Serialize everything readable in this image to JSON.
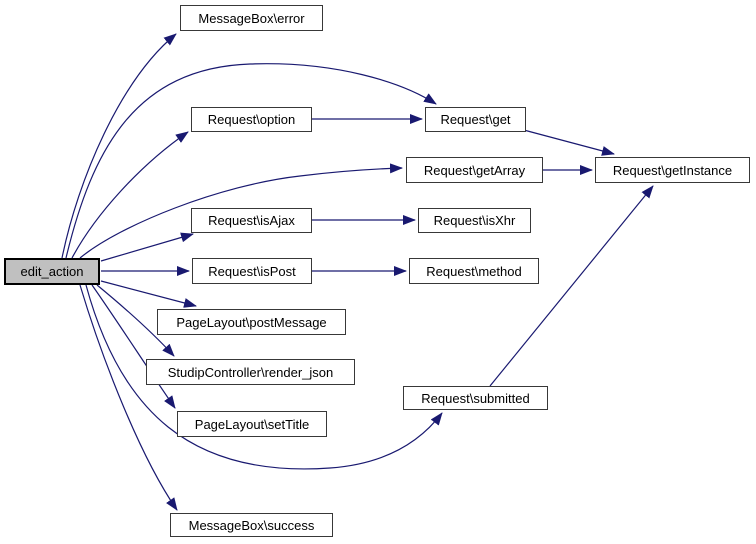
{
  "diagram": {
    "kind": "call-graph",
    "root_function": "edit_action",
    "colors": {
      "background": "#ffffff",
      "edge": "#191970",
      "node_fill": "#ffffff",
      "node_border": "#383838",
      "root_fill": "#c0c0c0",
      "root_border": "#000000",
      "text": "#000000"
    },
    "nodes": [
      {
        "id": "edit_action",
        "label": "edit_action",
        "is_root": true
      },
      {
        "id": "messagebox_error",
        "label": "MessageBox\\error",
        "is_root": false
      },
      {
        "id": "request_option",
        "label": "Request\\option",
        "is_root": false
      },
      {
        "id": "request_get",
        "label": "Request\\get",
        "is_root": false
      },
      {
        "id": "request_getarray",
        "label": "Request\\getArray",
        "is_root": false
      },
      {
        "id": "request_getinstance",
        "label": "Request\\getInstance",
        "is_root": false
      },
      {
        "id": "request_isajax",
        "label": "Request\\isAjax",
        "is_root": false
      },
      {
        "id": "request_isxhr",
        "label": "Request\\isXhr",
        "is_root": false
      },
      {
        "id": "request_ispost",
        "label": "Request\\isPost",
        "is_root": false
      },
      {
        "id": "request_method",
        "label": "Request\\method",
        "is_root": false
      },
      {
        "id": "pagelayout_postmessage",
        "label": "PageLayout\\postMessage",
        "is_root": false
      },
      {
        "id": "studipcontroller_render_json",
        "label": "StudipController\\render_json",
        "is_root": false
      },
      {
        "id": "pagelayout_settitle",
        "label": "PageLayout\\setTitle",
        "is_root": false
      },
      {
        "id": "request_submitted",
        "label": "Request\\submitted",
        "is_root": false
      },
      {
        "id": "messagebox_success",
        "label": "MessageBox\\success",
        "is_root": false
      }
    ],
    "edges": [
      {
        "from": "edit_action",
        "to": "messagebox_error"
      },
      {
        "from": "edit_action",
        "to": "request_get"
      },
      {
        "from": "edit_action",
        "to": "request_option"
      },
      {
        "from": "edit_action",
        "to": "request_getarray"
      },
      {
        "from": "edit_action",
        "to": "request_isajax"
      },
      {
        "from": "edit_action",
        "to": "request_ispost"
      },
      {
        "from": "edit_action",
        "to": "pagelayout_postmessage"
      },
      {
        "from": "edit_action",
        "to": "studipcontroller_render_json"
      },
      {
        "from": "edit_action",
        "to": "pagelayout_settitle"
      },
      {
        "from": "edit_action",
        "to": "request_submitted"
      },
      {
        "from": "edit_action",
        "to": "messagebox_success"
      },
      {
        "from": "request_option",
        "to": "request_get"
      },
      {
        "from": "request_get",
        "to": "request_getinstance"
      },
      {
        "from": "request_getarray",
        "to": "request_getinstance"
      },
      {
        "from": "request_isajax",
        "to": "request_isxhr"
      },
      {
        "from": "request_ispost",
        "to": "request_method"
      },
      {
        "from": "request_submitted",
        "to": "request_getinstance"
      }
    ]
  }
}
